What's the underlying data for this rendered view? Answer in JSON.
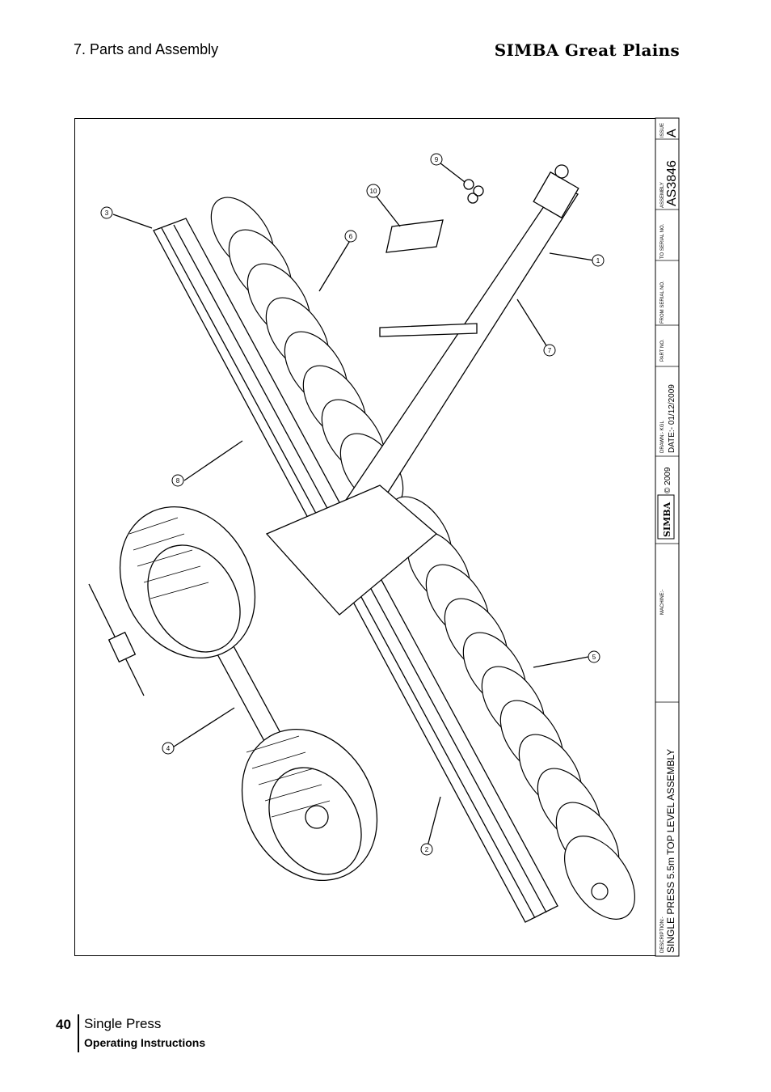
{
  "header": {
    "section": "7. Parts and Assembly",
    "brand": "SIMBA Great Plains"
  },
  "drawing": {
    "callouts": [
      "1",
      "2",
      "3",
      "4",
      "5",
      "6",
      "7",
      "8",
      "9",
      "10"
    ],
    "title_block": {
      "issue_label": "ISSUE",
      "issue": "A",
      "assembly_label": "ASSEMBLY",
      "assembly": "AS3846",
      "to_serial_label": "TO SERIAL NO.",
      "from_serial_label": "FROM SERIAL NO.",
      "part_no_label": "PART NO.",
      "drawn": "DRAWN:- KGL",
      "date": "DATE:- 01/12/2009",
      "logo": "SIMBA",
      "copyright": "© 2009",
      "machine_label": "MACHINE:-",
      "description_label": "DESCRIPTION:-",
      "description": "SINGLE PRESS 5.5m TOP LEVEL ASSEMBLY"
    }
  },
  "footer": {
    "page_number": "40",
    "title": "Single Press",
    "subtitle": "Operating Instructions"
  }
}
